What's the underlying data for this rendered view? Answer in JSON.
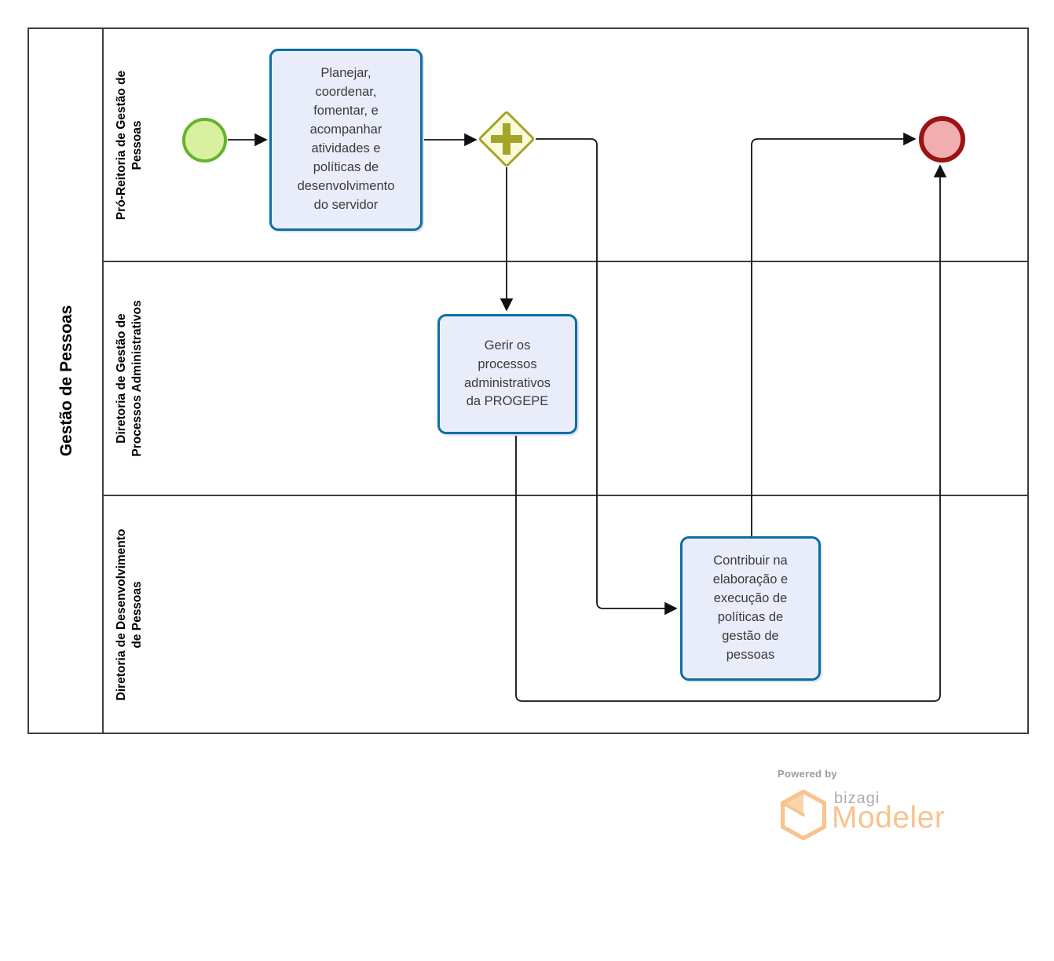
{
  "diagram": {
    "pool": {
      "label": "Gestão de Pessoas",
      "lanes": [
        {
          "label": "Pró-Reitoria de Gestão de\nPessoas"
        },
        {
          "label": "Diretoria de Gestão de\nProcessos Administrativos"
        },
        {
          "label": "Diretoria de Desenvolvimento\nde Pessoas"
        }
      ]
    },
    "task_style": {
      "border_color": "#0d6ea6",
      "fill_color": "#e9edfa"
    },
    "nodes": {
      "start_event": {
        "kind": "start-event",
        "border_color": "#66b22e",
        "fill_color": "#d9f0a0"
      },
      "task_planejar": {
        "kind": "task",
        "label": "Planejar,\ncoordenar,\nfomentar, e\nacompanhar\natividades e\npolíticas de\ndesenvolvimento\ndo servidor"
      },
      "gateway_parallel": {
        "kind": "parallel-gateway",
        "border_color": "#a4a428",
        "fill_color": "#f9f9dc"
      },
      "task_gerir": {
        "kind": "task",
        "label": "Gerir os\nprocessos\nadministrativos\nda PROGEPE"
      },
      "task_contribuir": {
        "kind": "task",
        "label": "Contribuir na\nelaboração e\nexecução de\npolíticas de\ngestão de\npessoas"
      },
      "end_event": {
        "kind": "end-event",
        "border_color": "#9b1414",
        "fill_color": "#f0aeae"
      }
    }
  },
  "branding": {
    "powered_by": "Powered by",
    "brand": "bizagi",
    "product": "Modeler",
    "accent_color": "#f8c38e",
    "text_gray": "#acacac"
  }
}
